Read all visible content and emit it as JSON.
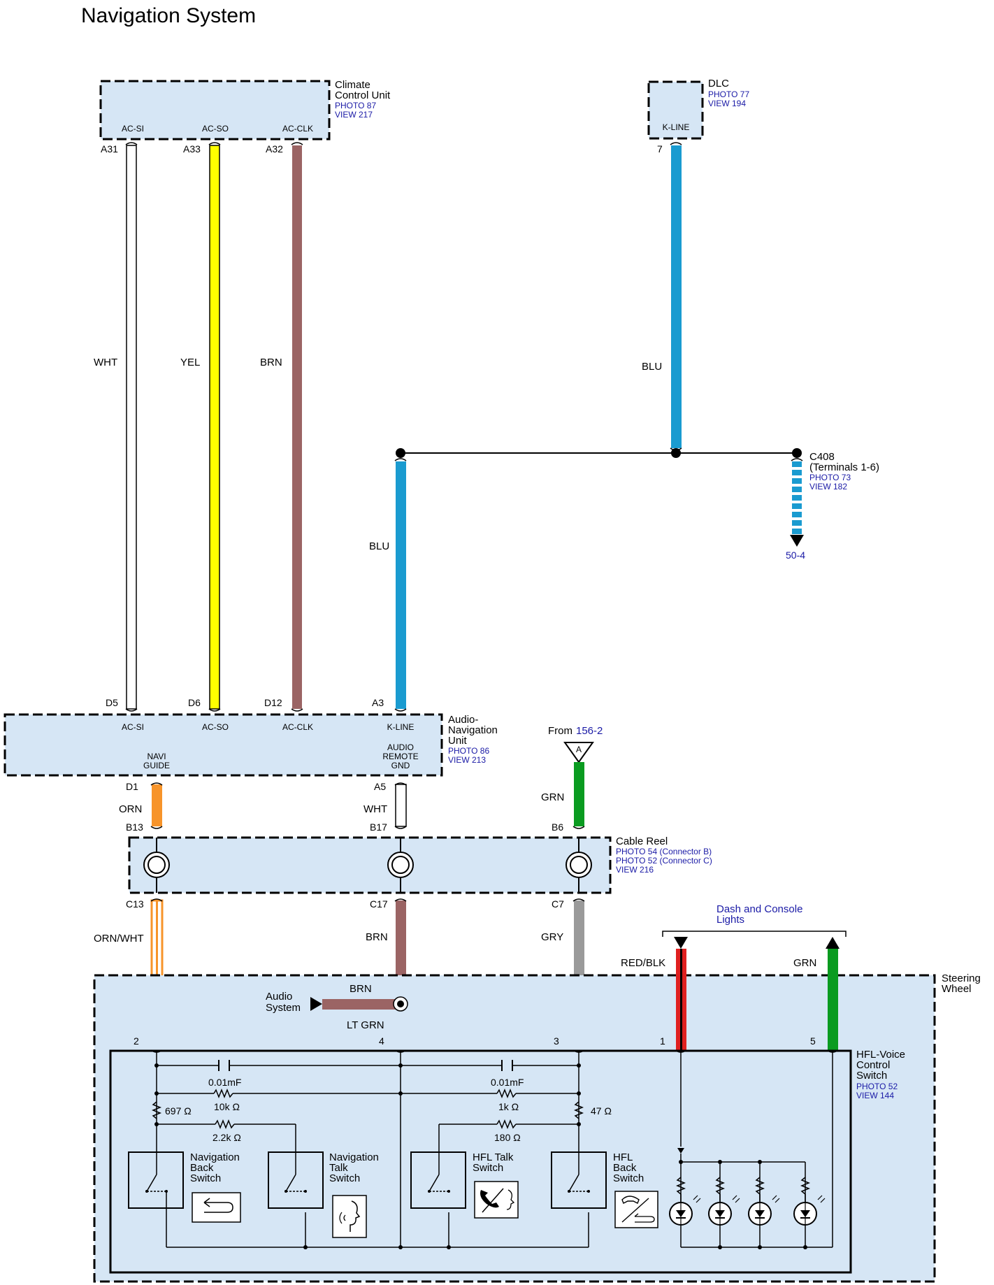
{
  "title": "Navigation System",
  "colors": {
    "WHT": "#ffffff",
    "YEL": "#ffff00",
    "BRN": "#9b6464",
    "BLU": "#1a9bd0",
    "ORN": "#f7942a",
    "GRN": "#0a9b20",
    "GRY": "#9a9a9a",
    "LT GRN": "#9ed19e",
    "RED": "#e02020",
    "component_fill": "#d6e6f5",
    "reference_text": "#1a1aa6"
  },
  "climate_unit": {
    "name_line1": "Climate",
    "name_line2": "Control Unit",
    "photo": "PHOTO 87",
    "view": "VIEW 217",
    "terminals": [
      "AC-SI",
      "AC-SO",
      "AC-CLK"
    ],
    "pins": [
      "A31",
      "A33",
      "A32"
    ]
  },
  "dlc": {
    "name": "DLC",
    "photo": "PHOTO 77",
    "view": "VIEW 194",
    "terminal": "K-LINE",
    "pin": "7"
  },
  "c408": {
    "name": "C408",
    "terminals": "(Terminals 1-6)",
    "photo": "PHOTO 73",
    "view": "VIEW 182",
    "link": "50-4"
  },
  "audio_nav_unit": {
    "name_line1": "Audio-",
    "name_line2": "Navigation",
    "name_line3": "Unit",
    "photo": "PHOTO 86",
    "view": "VIEW 213",
    "top_terminals": [
      "AC-SI",
      "AC-SO",
      "AC-CLK",
      "K-LINE"
    ],
    "top_pins": [
      "D5",
      "D6",
      "D12",
      "A3"
    ],
    "navi_guide_1": "NAVI",
    "navi_guide_2": "GUIDE",
    "audio_gnd_1": "AUDIO",
    "audio_gnd_2": "REMOTE",
    "audio_gnd_3": "GND",
    "bottom_pins": [
      "D1",
      "A5"
    ]
  },
  "wires": {
    "wht": "WHT",
    "yel": "YEL",
    "brn": "BRN",
    "blu_dlc": "BLU",
    "blu_nav": "BLU",
    "orn": "ORN",
    "wht2": "WHT",
    "grn": "GRN",
    "orn_wht": "ORN/WHT",
    "brn2": "BRN",
    "gry": "GRY",
    "red_blk": "RED/BLK",
    "grn2": "GRN",
    "brn3": "BRN",
    "lt_grn": "LT GRN"
  },
  "from_ref": {
    "prefix": "From",
    "link": "156-2",
    "letter": "A"
  },
  "cable_reel": {
    "name": "Cable Reel",
    "photo_b": "PHOTO 54 (Connector B)",
    "photo_c": "PHOTO 52 (Connector C)",
    "view": "VIEW 216",
    "top_pins": [
      "B13",
      "B17",
      "B6"
    ],
    "bottom_pins": [
      "C13",
      "C17",
      "C7"
    ]
  },
  "dash_lights": {
    "line1": "Dash and Console",
    "line2": "Lights"
  },
  "audio_system": {
    "line1": "Audio",
    "line2": "System"
  },
  "steering_wheel": {
    "line1": "Steering",
    "line2": "Wheel"
  },
  "hfl_switch": {
    "line1": "HFL-Voice",
    "line2": "Control",
    "line3": "Switch",
    "photo": "PHOTO 52",
    "view": "VIEW 144",
    "pins": [
      "2",
      "4",
      "3",
      "1",
      "5"
    ]
  },
  "components": {
    "cap1": "0.01mF",
    "cap2": "0.01mF",
    "r_10k": "10k Ω",
    "r_1k": "1k Ω",
    "r_697": "697 Ω",
    "r_47": "47 Ω",
    "r_2_2k": "2.2k Ω",
    "r_180": "180 Ω"
  },
  "switches": {
    "nav_back": [
      "Navigation",
      "Back",
      "Switch"
    ],
    "nav_talk": [
      "Navigation",
      "Talk",
      "Switch"
    ],
    "hfl_talk": [
      "HFL Talk",
      "Switch"
    ],
    "hfl_back": [
      "HFL",
      "Back",
      "Switch"
    ]
  }
}
